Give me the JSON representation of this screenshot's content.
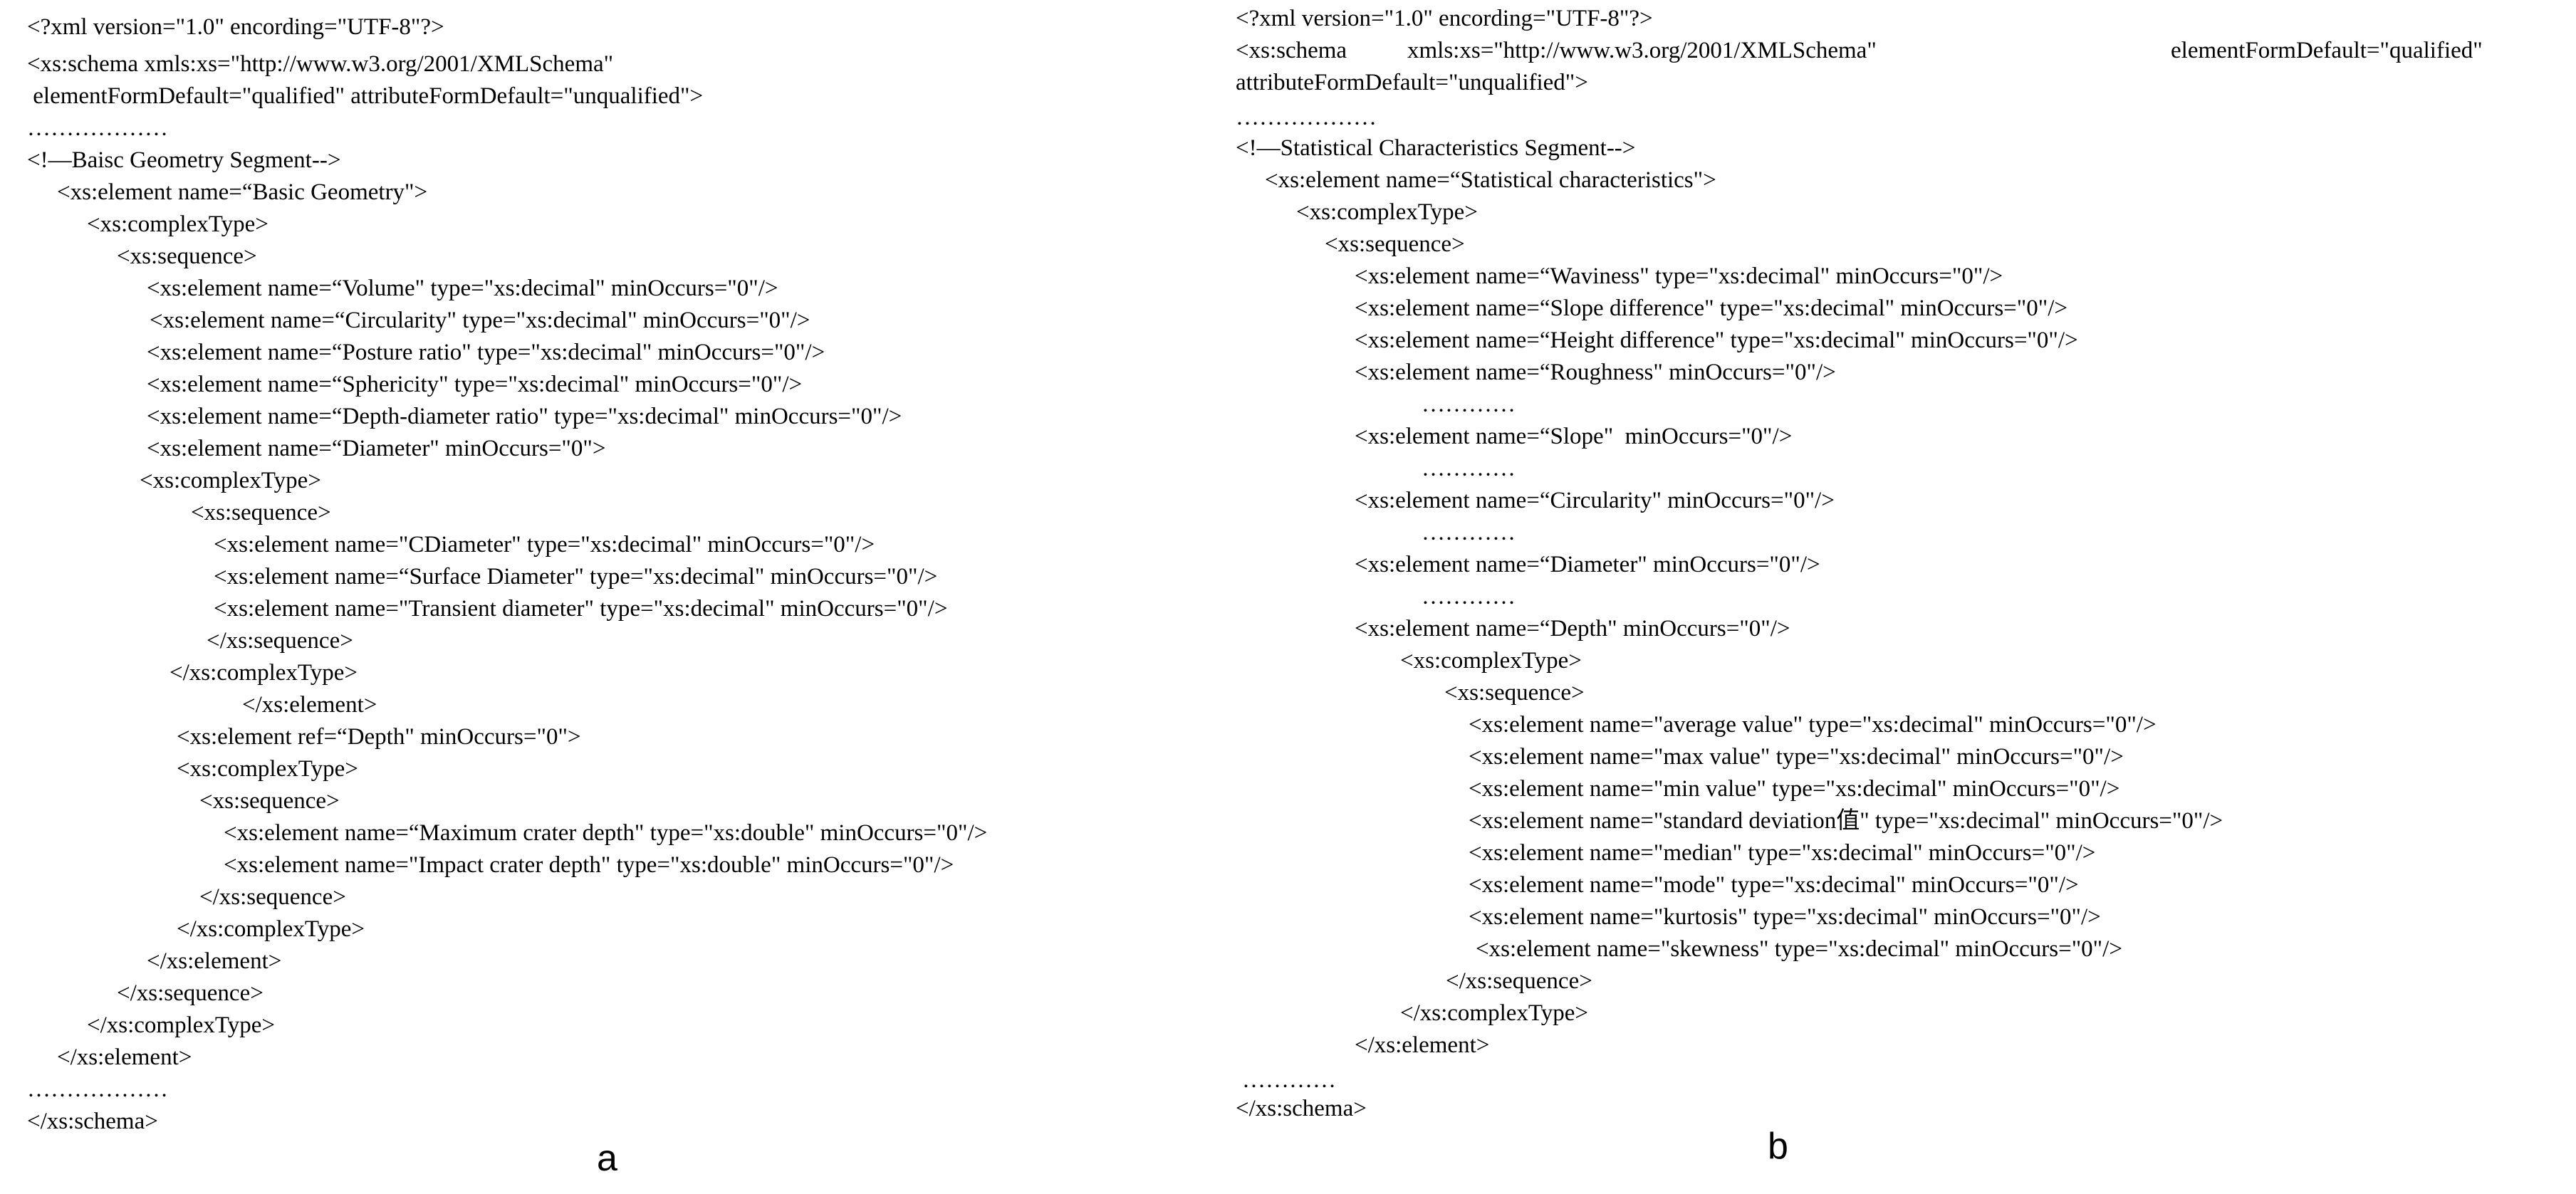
{
  "panel_a": {
    "lines": [
      "<?xml version=\"1.0\" encording=\"UTF-8\"?>",
      "<xs:schema xmls:xs=\"http://www.w3.org/2001/XMLSchema\"",
      " elementFormDefault=\"qualified\" attributeFormDefault=\"unqualified\">",
      "………………",
      "<!—Baisc Geometry Segment-->",
      "<xs:element name=“Basic Geometry\">",
      "<xs:complexType>",
      "<xs:sequence>",
      "<xs:element name=“Volume\" type=\"xs:decimal\" minOccurs=\"0\"/>",
      "<xs:element name=“Circularity\" type=\"xs:decimal\" minOccurs=\"0\"/>",
      "<xs:element name=“Posture ratio\" type=\"xs:decimal\" minOccurs=\"0\"/>",
      "<xs:element name=“Sphericity\" type=\"xs:decimal\" minOccurs=\"0\"/>",
      "<xs:element name=“Depth-diameter ratio\" type=\"xs:decimal\" minOccurs=\"0\"/>",
      "<xs:element name=“Diameter\" minOccurs=\"0\">",
      "<xs:complexType>",
      "<xs:sequence>",
      "<xs:element name=\"CDiameter\" type=\"xs:decimal\" minOccurs=\"0\"/>",
      "<xs:element name=“Surface Diameter\" type=\"xs:decimal\" minOccurs=\"0\"/>",
      "<xs:element name=\"Transient diameter\" type=\"xs:decimal\" minOccurs=\"0\"/>",
      "</xs:sequence>",
      "</xs:complexType>",
      "</xs:element>",
      "<xs:element ref=“Depth\" minOccurs=\"0\">",
      "<xs:complexType>",
      "<xs:sequence>",
      "<xs:element name=“Maximum crater depth\" type=\"xs:double\" minOccurs=\"0\"/>",
      "<xs:element name=\"Impact crater depth\" type=\"xs:double\" minOccurs=\"0\"/>",
      "</xs:sequence>",
      "</xs:complexType>",
      "</xs:element>",
      "</xs:sequence>",
      "</xs:complexType>",
      "</xs:element>",
      "………………",
      "</xs:schema>"
    ],
    "caption": "a"
  },
  "panel_b": {
    "lines": [
      "<?xml version=\"1.0\" encording=\"UTF-8\"?>",
      "<xs:schema",
      "xmls:xs=\"http://www.w3.org/2001/XMLSchema\"",
      "elementFormDefault=\"qualified\"",
      "attributeFormDefault=\"unqualified\">",
      "………………",
      "<!—Statistical Characteristics Segment-->",
      "<xs:element name=“Statistical characteristics\">",
      "<xs:complexType>",
      "<xs:sequence>",
      "<xs:element name=“Waviness\" type=\"xs:decimal\" minOccurs=\"0\"/>",
      "<xs:element name=“Slope difference\" type=\"xs:decimal\" minOccurs=\"0\"/>",
      "<xs:element name=“Height difference\" type=\"xs:decimal\" minOccurs=\"0\"/>",
      "<xs:element name=“Roughness\" minOccurs=\"0\"/>",
      "…………",
      "<xs:element name=“Slope\"  minOccurs=\"0\"/>",
      "…………",
      "<xs:element name=“Circularity\" minOccurs=\"0\"/>",
      "…………",
      "<xs:element name=“Diameter\" minOccurs=\"0\"/>",
      "…………",
      "<xs:element name=“Depth\" minOccurs=\"0\"/>",
      "<xs:complexType>",
      "<xs:sequence>",
      "<xs:element name=\"average value\" type=\"xs:decimal\" minOccurs=\"0\"/>",
      "<xs:element name=\"max value\" type=\"xs:decimal\" minOccurs=\"0\"/>",
      "<xs:element name=\"min value\" type=\"xs:decimal\" minOccurs=\"0\"/>",
      "<xs:element name=\"standard deviation值\" type=\"xs:decimal\" minOccurs=\"0\"/>",
      "<xs:element name=\"median\" type=\"xs:decimal\" minOccurs=\"0\"/>",
      "<xs:element name=\"mode\" type=\"xs:decimal\" minOccurs=\"0\"/>",
      "<xs:element name=\"kurtosis\" type=\"xs:decimal\" minOccurs=\"0\"/>",
      "<xs:element name=\"skewness\" type=\"xs:decimal\" minOccurs=\"0\"/>",
      "</xs:sequence>",
      "</xs:complexType>",
      "</xs:element>",
      "…………",
      "</xs:schema>"
    ],
    "caption": "b"
  }
}
